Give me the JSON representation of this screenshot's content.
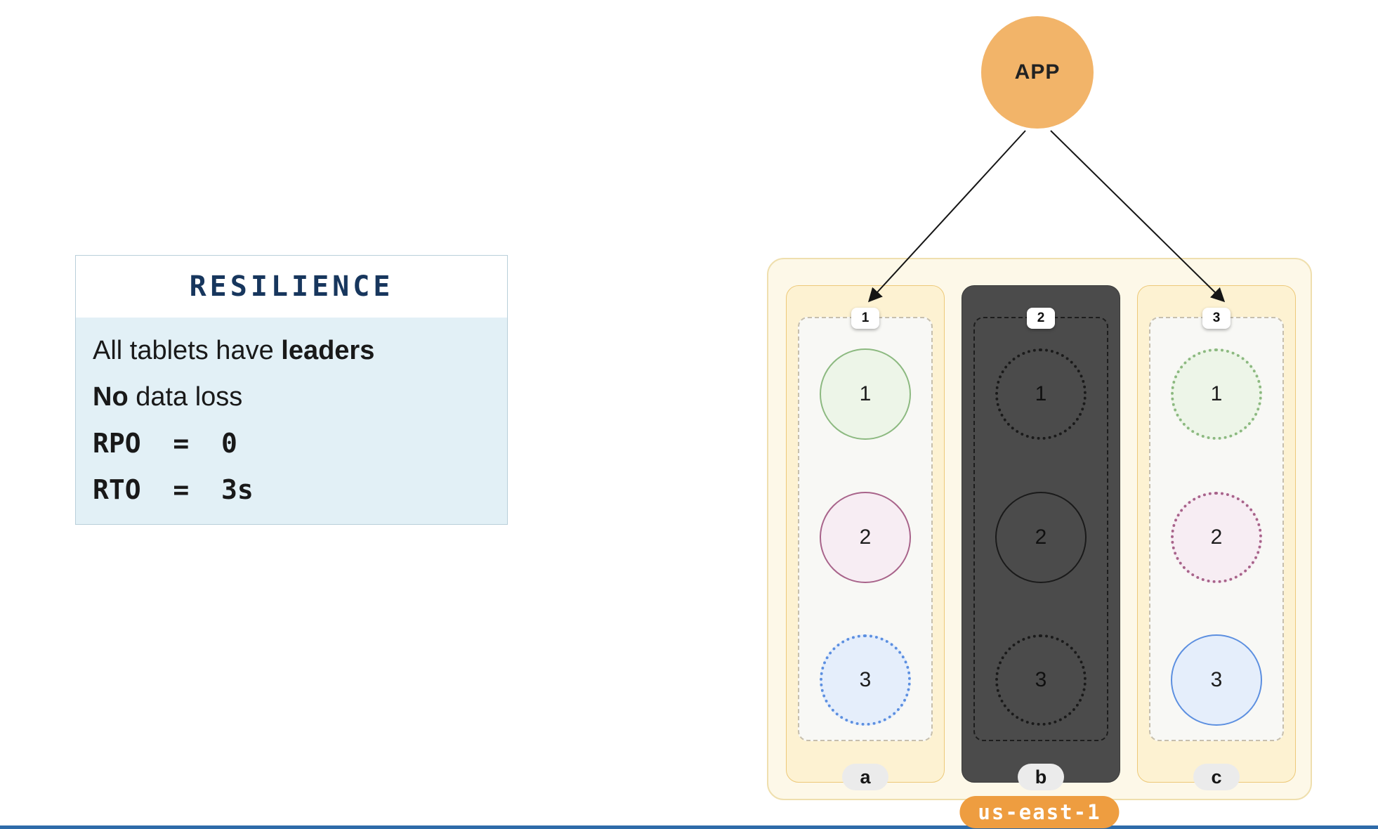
{
  "panel": {
    "title": "RESILIENCE",
    "line1": {
      "pre": "All tablets have ",
      "bold": "leaders"
    },
    "line2": {
      "bold": "No",
      "post": " data loss"
    },
    "line3": "RPO  =  0",
    "line4": "RTO  =  3s"
  },
  "app": {
    "label": "APP"
  },
  "region": {
    "label": "us-east-1",
    "zones": [
      {
        "badge": "1",
        "label": "a",
        "state": "up",
        "tablets": [
          {
            "num": "1",
            "role": "leader",
            "color": "green"
          },
          {
            "num": "2",
            "role": "leader",
            "color": "maroon"
          },
          {
            "num": "3",
            "role": "follower",
            "color": "blue"
          }
        ]
      },
      {
        "badge": "2",
        "label": "b",
        "state": "down",
        "tablets": [
          {
            "num": "1",
            "role": "follower",
            "color": "dark"
          },
          {
            "num": "2",
            "role": "node",
            "color": "dark"
          },
          {
            "num": "3",
            "role": "follower",
            "color": "dark"
          }
        ]
      },
      {
        "badge": "3",
        "label": "c",
        "state": "up",
        "tablets": [
          {
            "num": "1",
            "role": "follower",
            "color": "green"
          },
          {
            "num": "2",
            "role": "follower",
            "color": "maroon"
          },
          {
            "num": "3",
            "role": "leader",
            "color": "blue"
          }
        ]
      }
    ]
  },
  "colors": {
    "app_fill": "#f2b469",
    "region_fill": "#fdf8e8",
    "region_border": "#efdfae",
    "zone_fill": "#fdf2d2",
    "zone_border": "#edc979",
    "zone_down_fill": "#4b4b4b",
    "green_border": "#8cb980",
    "green_fill": "#edf5e8",
    "maroon_border": "#a8638a",
    "maroon_fill": "#f7edf3",
    "blue_border": "#5c8fe0",
    "blue_fill": "#e5eefb",
    "region_label_fill": "#ee9d40",
    "title_color": "#17365d",
    "card_body_fill": "#e2f0f6",
    "bottom_accent": "#2e6ba9"
  }
}
